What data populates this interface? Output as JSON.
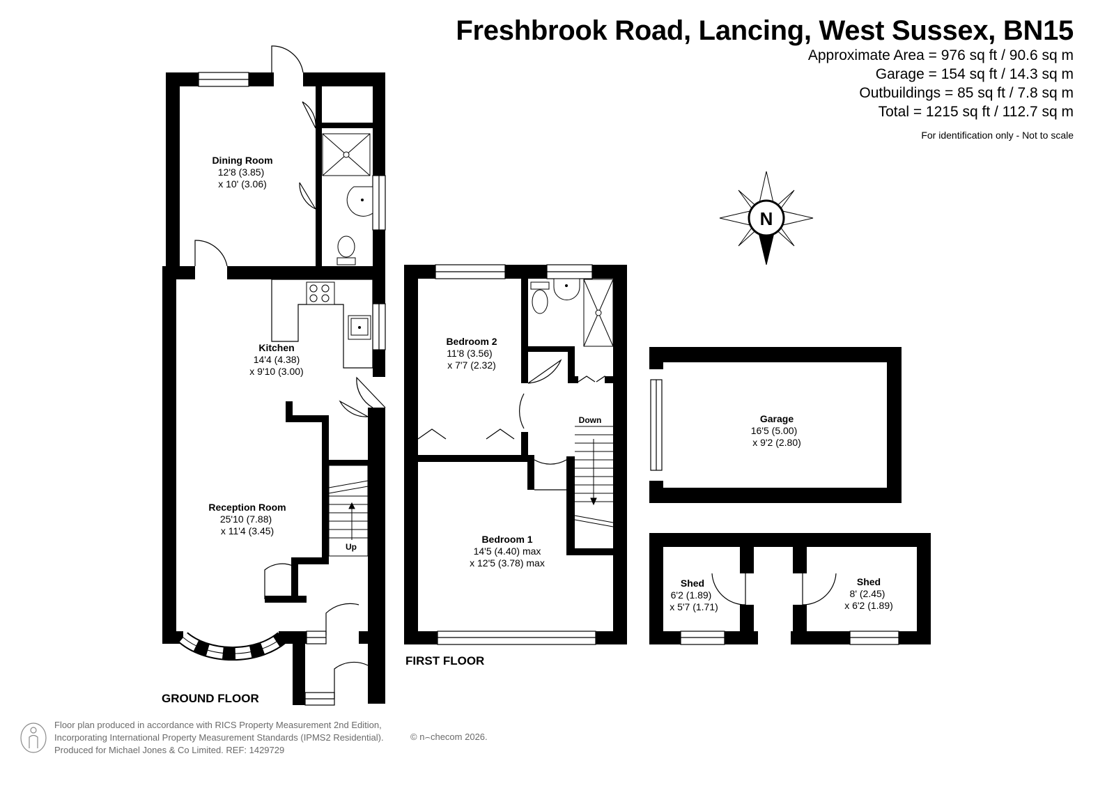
{
  "header": {
    "title": "Freshbrook Road, Lancing, West Sussex, BN15",
    "approx_area": "Approximate Area = 976 sq ft / 90.6 sq m",
    "garage_area": "Garage = 154 sq ft / 14.3 sq m",
    "outbuildings_area": "Outbuildings = 85 sq ft / 7.8 sq m",
    "total_area": "Total = 1215 sq ft / 112.7 sq m",
    "note": "For identification only - Not to scale"
  },
  "compass": {
    "label": "N"
  },
  "floors": {
    "ground": "GROUND FLOOR",
    "first": "FIRST FLOOR"
  },
  "rooms": {
    "dining": {
      "name": "Dining Room",
      "dim1": "12'8 (3.85)",
      "dim2": "x 10' (3.06)"
    },
    "kitchen": {
      "name": "Kitchen",
      "dim1": "14'4 (4.38)",
      "dim2": "x 9'10 (3.00)"
    },
    "reception": {
      "name": "Reception Room",
      "dim1": "25'10 (7.88)",
      "dim2": "x 11'4 (3.45)"
    },
    "bedroom2": {
      "name": "Bedroom 2",
      "dim1": "11'8 (3.56)",
      "dim2": "x 7'7 (2.32)"
    },
    "bedroom1": {
      "name": "Bedroom 1",
      "dim1": "14'5 (4.40) max",
      "dim2": "x 12'5 (3.78) max"
    },
    "garage": {
      "name": "Garage",
      "dim1": "16'5 (5.00)",
      "dim2": "x 9'2 (2.80)"
    },
    "shed1": {
      "name": "Shed",
      "dim1": "6'2 (1.89)",
      "dim2": "x 5'7 (1.71)"
    },
    "shed2": {
      "name": "Shed",
      "dim1": "8' (2.45)",
      "dim2": "x 6'2 (1.89)"
    }
  },
  "stairs": {
    "up": "Up",
    "down": "Down"
  },
  "footer": {
    "line1": "Floor plan produced in accordance with RICS Property Measurement 2nd Edition,",
    "line2": "Incorporating International Property Measurement Standards (IPMS2 Residential).",
    "line3": "Produced for Michael Jones & Co Limited.   REF:  1429729",
    "copyright": "© n⌢checom 2026."
  },
  "icons": [
    "compass-icon",
    "person-icon",
    "shower-icon",
    "toilet-icon",
    "sink-icon",
    "hob-icon"
  ]
}
